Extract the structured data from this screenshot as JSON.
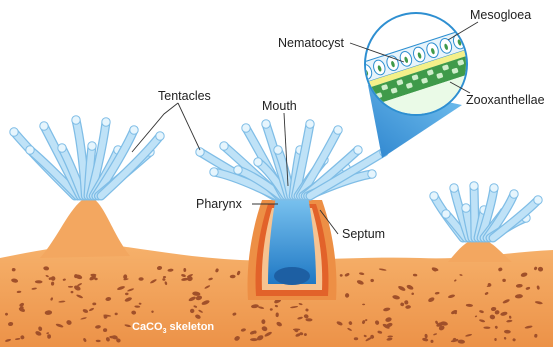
{
  "labels": {
    "tentacles": "Tentacles",
    "mouth": "Mouth",
    "pharynx": "Pharynx",
    "septum": "Septum",
    "nematocyst": "Nematocyst",
    "mesogloea": "Mesogloea",
    "zooxanthellae": "Zooxanthellae",
    "skeleton_prefix": "CaCO",
    "skeleton_sub": "3",
    "skeleton_suffix": " skeleton"
  },
  "colors": {
    "skeleton": "#f2a35c",
    "skeleton_dark": "#e08a44",
    "pores": "#a0502a",
    "tentacle": "#bfe2f7",
    "tentacle_edge": "#7fbde6",
    "pharynx": "#3f9ee0",
    "septum": "#e2622a",
    "zoom_ring": "#2e8fd1",
    "zoom_cone": "#3fa1e2",
    "zooxanthellae": "#3f9a4a",
    "mesogloea": "#f4f08a"
  }
}
